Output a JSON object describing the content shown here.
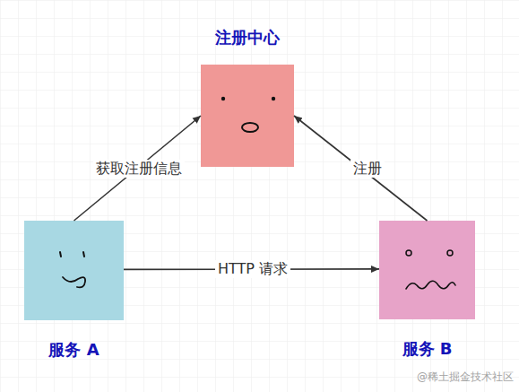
{
  "diagram": {
    "nodes": [
      {
        "text": [
          "注册中心"
        ]
      },
      {
        "text": [
          "服务 A"
        ]
      },
      {
        "text": [
          "服务 B"
        ]
      }
    ],
    "edges": [
      {
        "from": 1,
        "to": 0,
        "label": "获取注册信息",
        "arrow": "to"
      },
      {
        "from": 2,
        "to": 0,
        "label": "注册",
        "arrow": "to"
      },
      {
        "from": 1,
        "to": 2,
        "label": "HTTP 请求",
        "arrow": "to"
      }
    ],
    "labels": [
      "@稀土掘金技术社区"
    ]
  }
}
